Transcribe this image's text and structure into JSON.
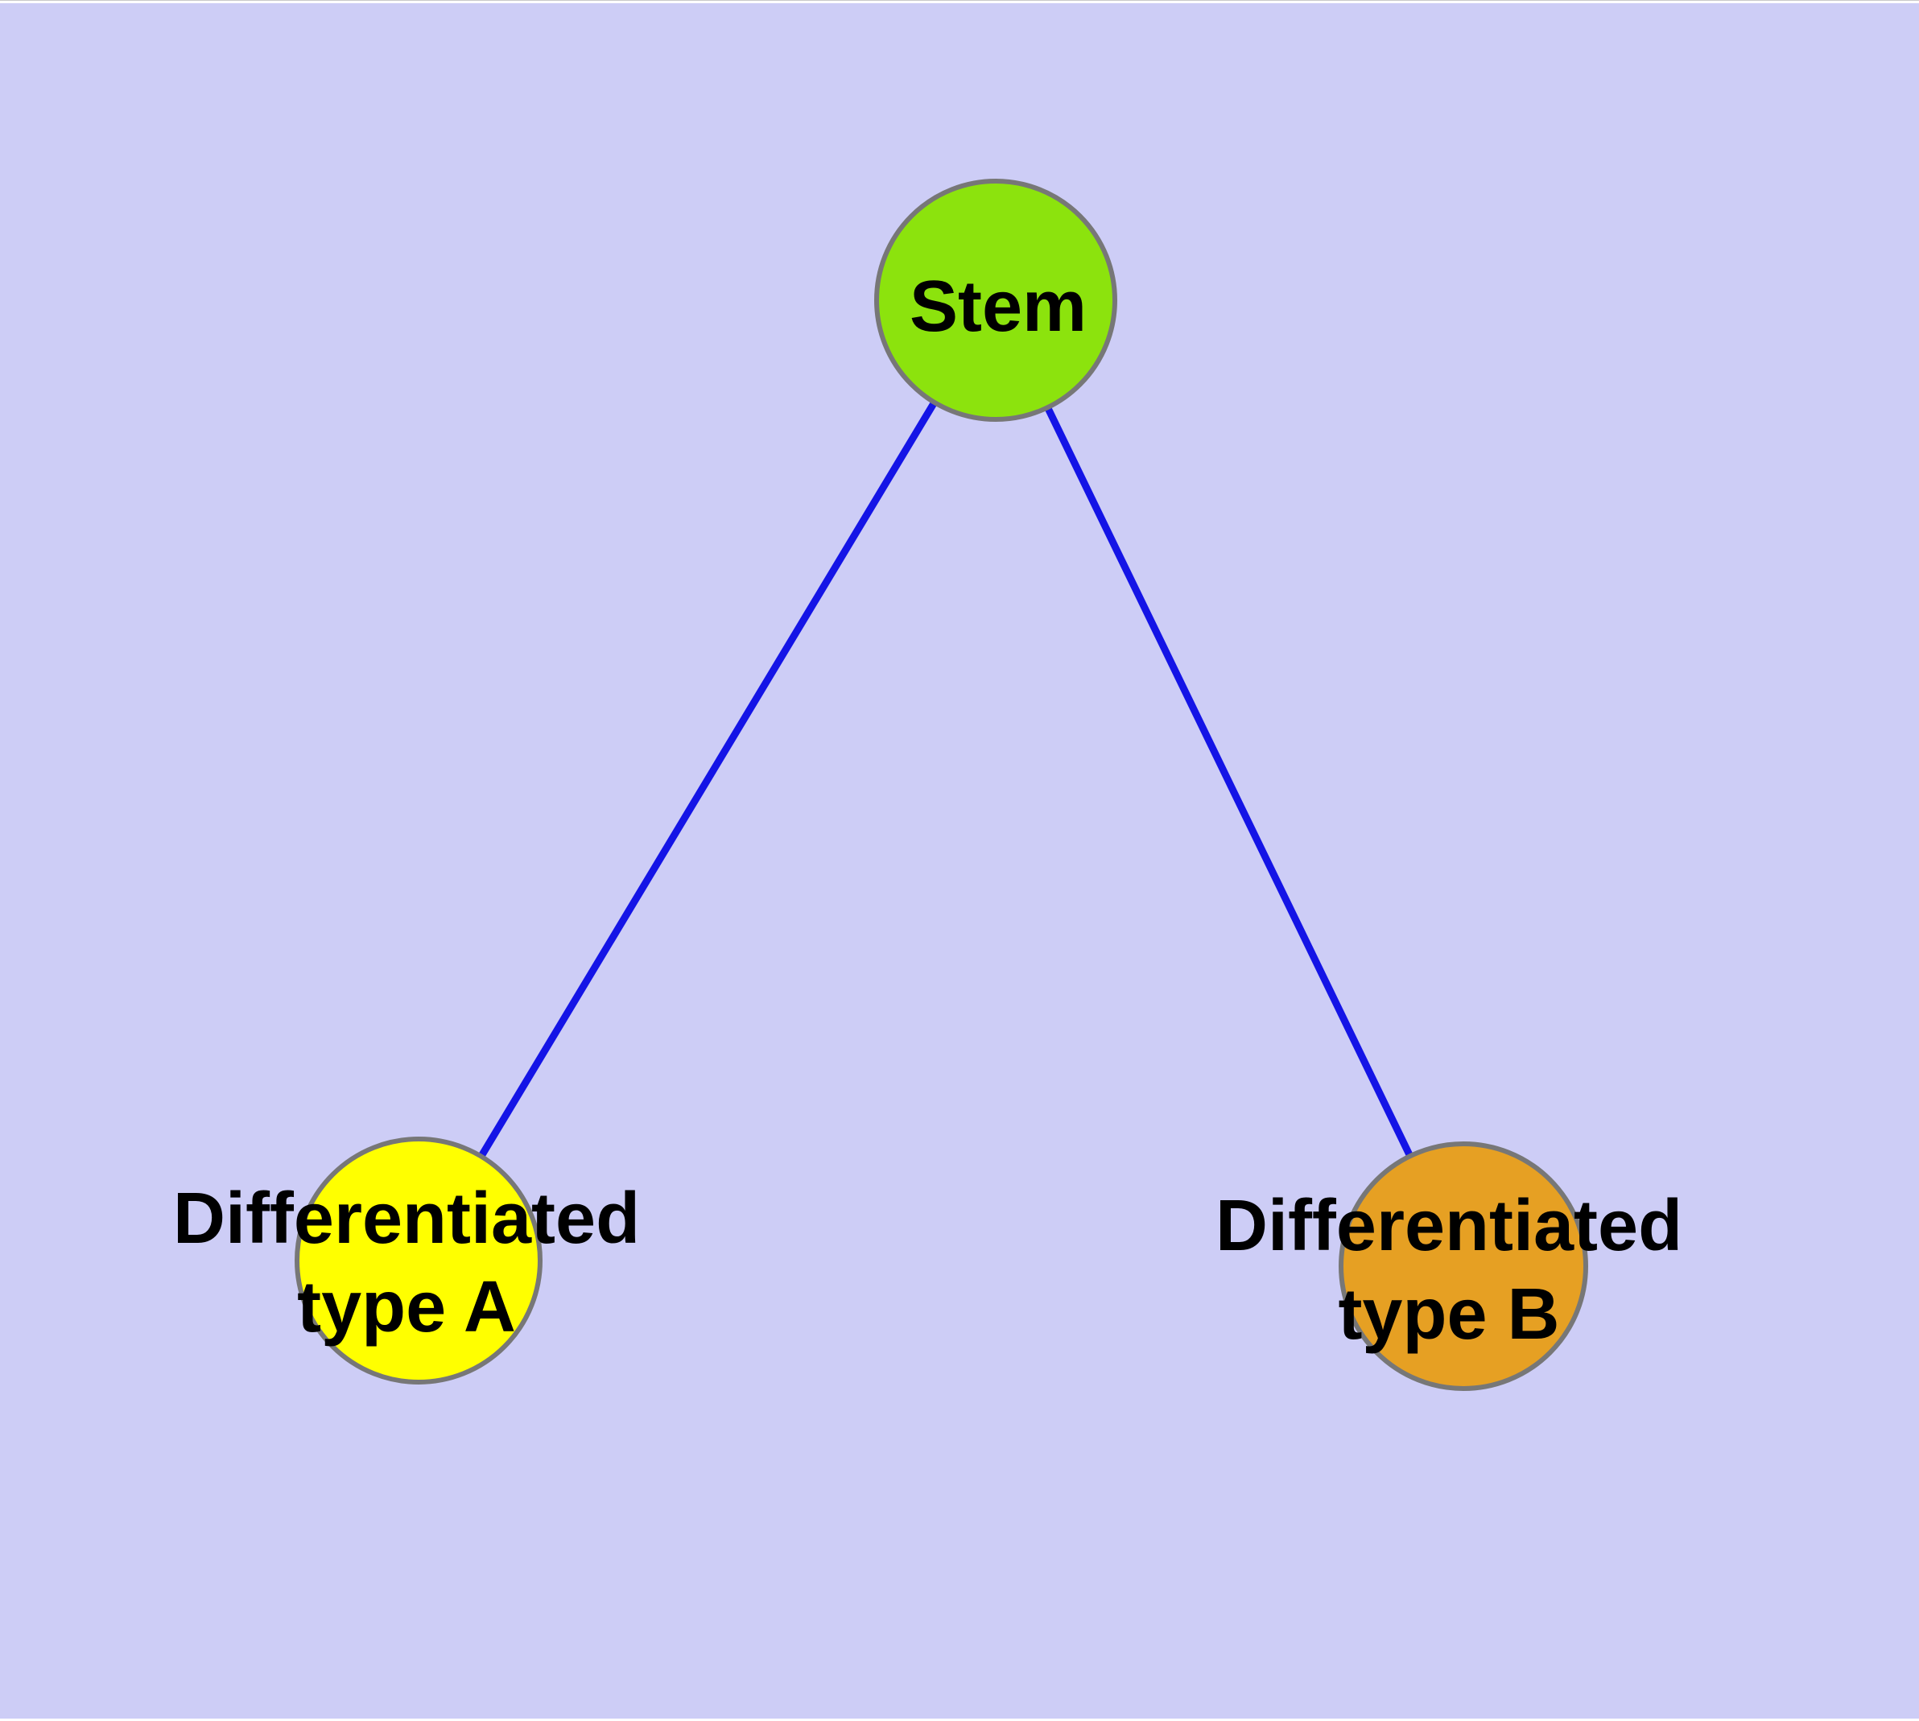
{
  "diagram": {
    "background_color": "#CDCDF6",
    "frame_color": "#FFFFFF",
    "edge_color": "#1414E6",
    "node_border_color": "#777777",
    "text_color": "#000000",
    "nodes": [
      {
        "id": "stem",
        "label": "Stem",
        "fill": "#8CE30D"
      },
      {
        "id": "diff-a",
        "label": "Differentiated\ntype A",
        "fill": "#FFFF00"
      },
      {
        "id": "diff-b",
        "label": "Differentiated\ntype B",
        "fill": "#E6A023"
      }
    ],
    "edges": [
      {
        "from": "stem",
        "to": "diff-a"
      },
      {
        "from": "stem",
        "to": "diff-b"
      }
    ]
  }
}
